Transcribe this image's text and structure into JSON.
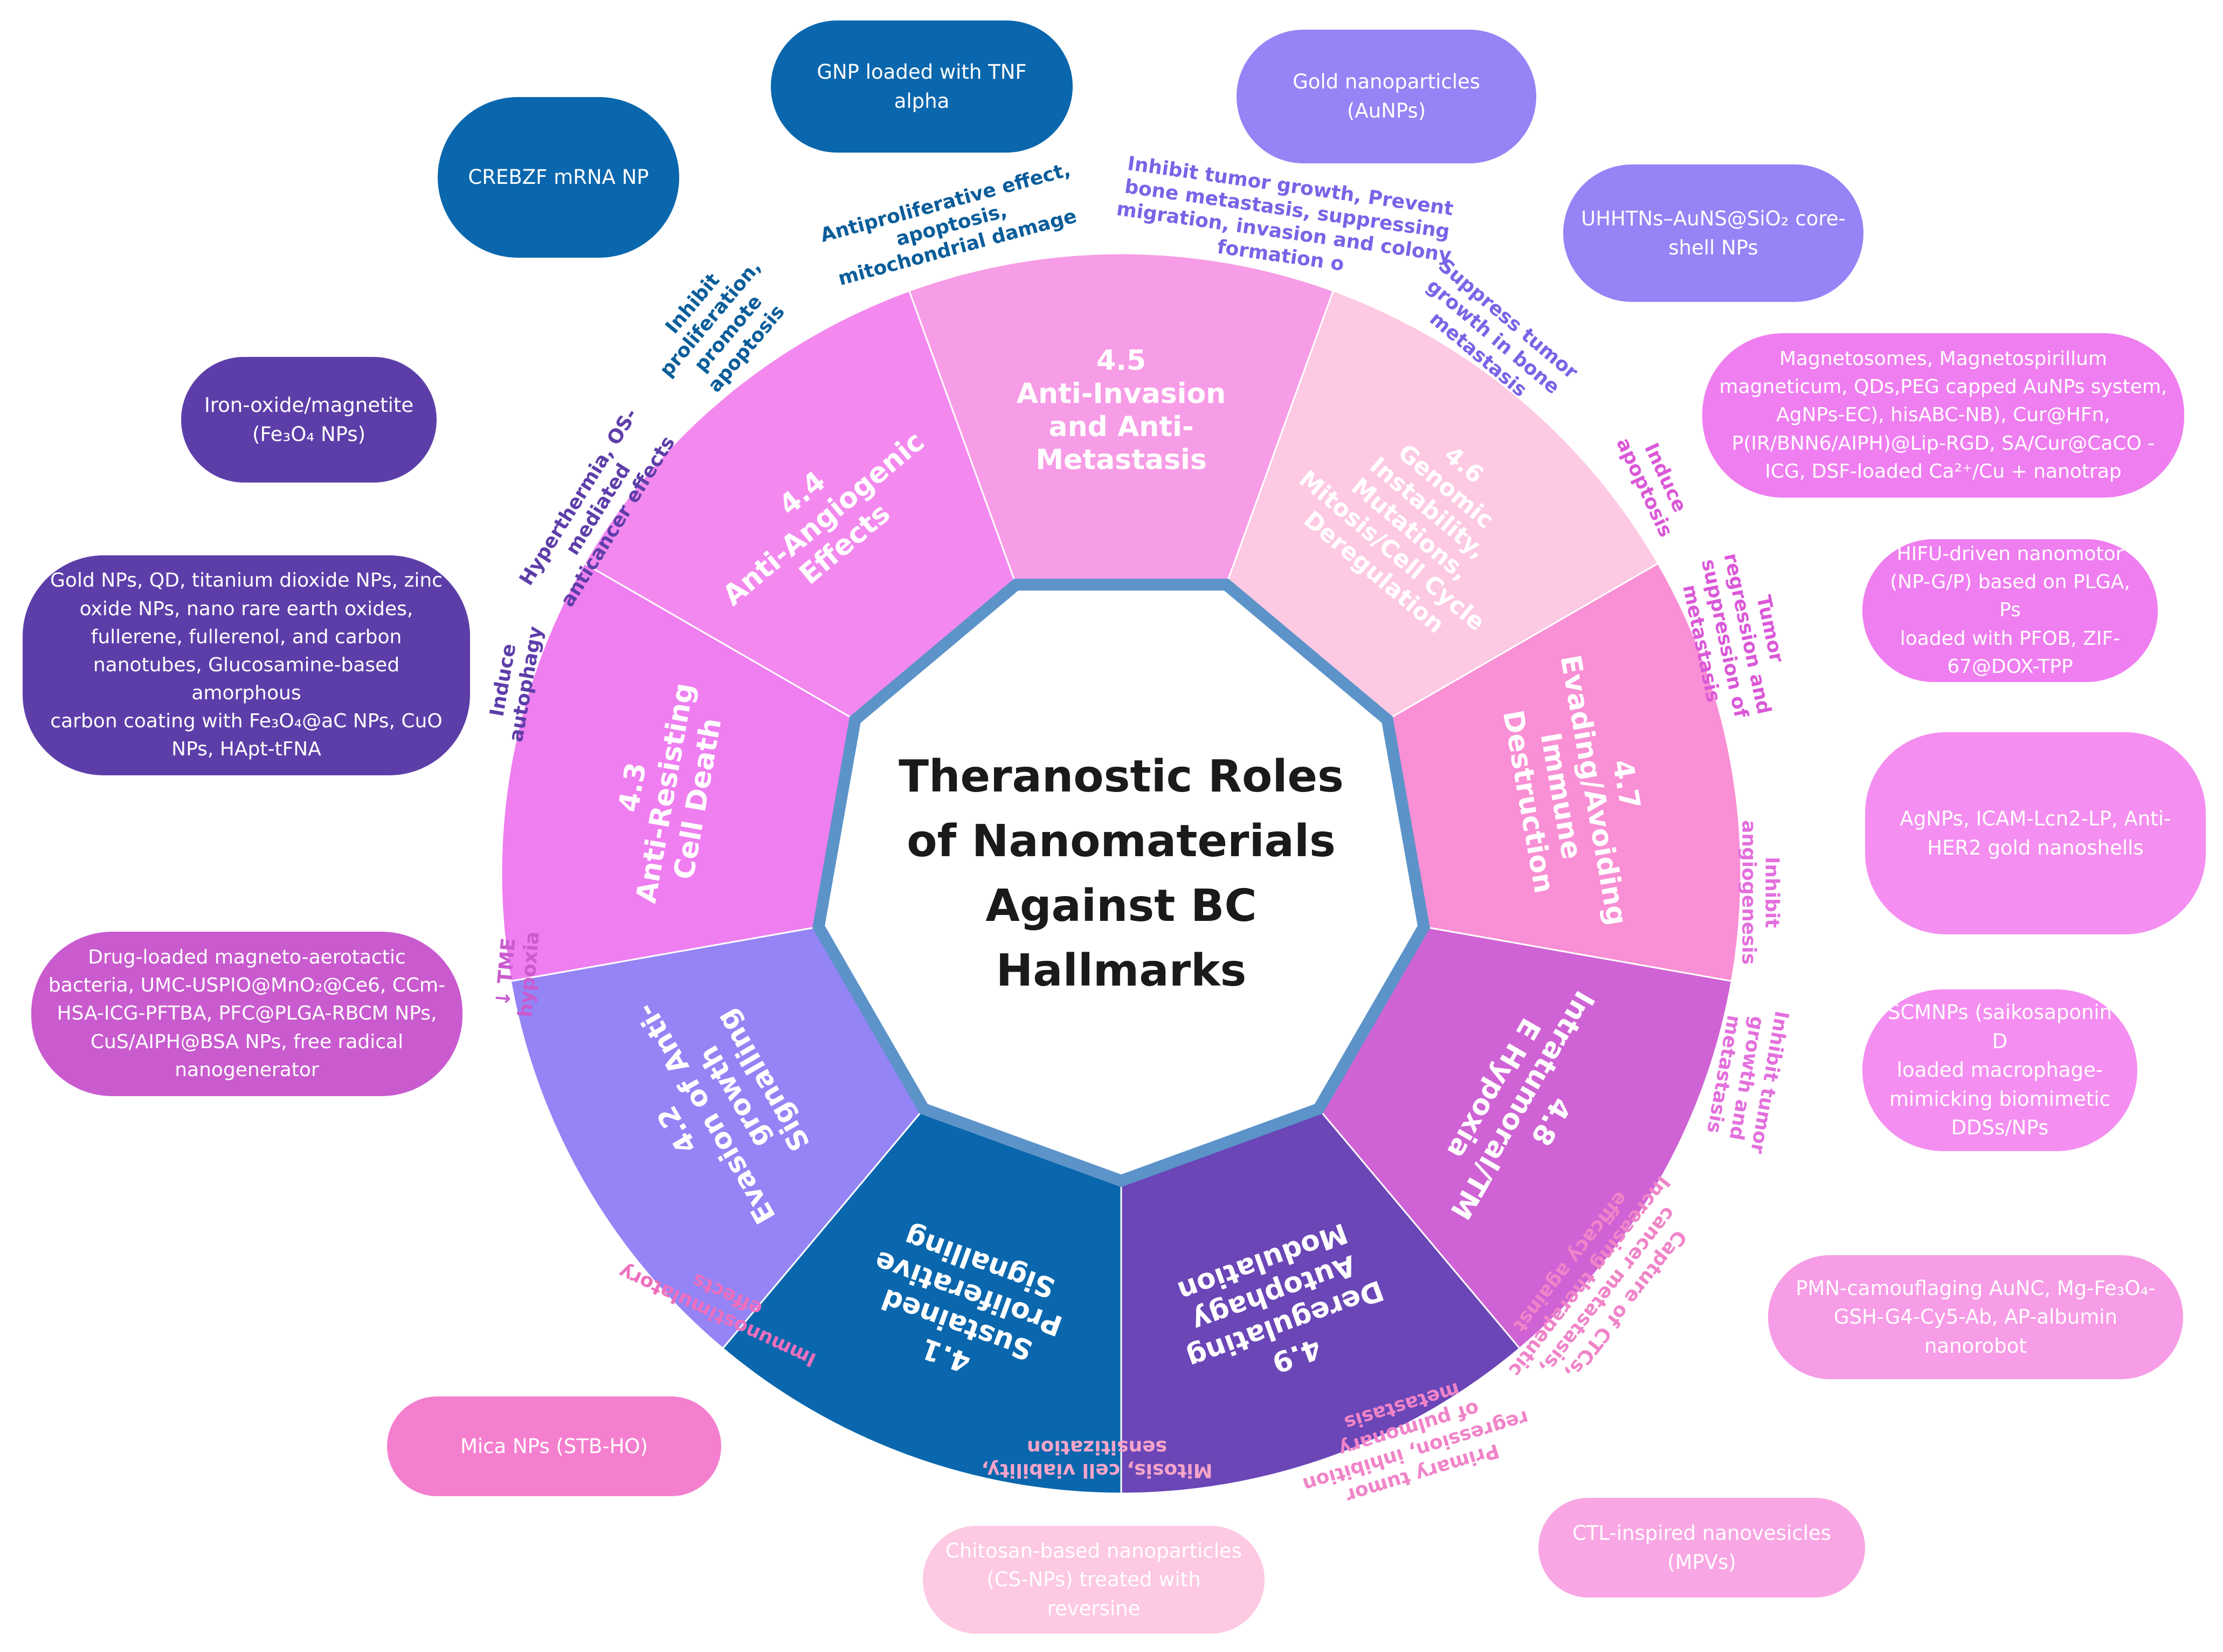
{
  "center": {
    "title_lines": [
      "Theranostic Roles",
      "of Nanomaterials",
      "Against BC",
      "Hallmarks"
    ],
    "color": "#1a1a1a"
  },
  "colors": {
    "ring_border": "#5c93c9",
    "center_fill": "#ffffff",
    "background": "#ffffff"
  },
  "segments": [
    {
      "number": "4.1",
      "title_lines": [
        "Sustained",
        "Proliferative",
        "Signalling"
      ],
      "color": "#0a67ad"
    },
    {
      "number": "4.2",
      "title_lines": [
        "Evasion of Anti-",
        "growth",
        "Signalling"
      ],
      "color": "#9484f5"
    },
    {
      "number": "4.3",
      "title_lines": [
        "Anti-Resisting",
        "Cell Death"
      ],
      "color": "#ef7ef0"
    },
    {
      "number": "4.4",
      "title_lines": [
        "Anti-Angiogenic",
        "Effects"
      ],
      "color": "#f389ef"
    },
    {
      "number": "4.5",
      "title_lines": [
        "Anti-Invasion",
        "and Anti-",
        "Metastasis"
      ],
      "color": "#f79ce6"
    },
    {
      "number": "4.6",
      "title_lines": [
        "Genomic",
        "Instability,",
        "Mutations,",
        "Mitosis/Cell Cycle",
        "Deregulation"
      ],
      "color": "#fdc9e3"
    },
    {
      "number": "4.7",
      "title_lines": [
        "Evading/Avoiding",
        "Immune",
        "Destruction"
      ],
      "color": "#f98fd4"
    },
    {
      "number": "4.8",
      "title_lines": [
        "Intratumoral/TM",
        "E Hypoxia"
      ],
      "color": "#cf63d5"
    },
    {
      "number": "4.9",
      "title_lines": [
        "Deregulating",
        "Autophagy",
        "Modulation"
      ],
      "color": "#6a46b7"
    }
  ],
  "effects": [
    {
      "text": "Antiproliferative effect,\napoptosis,\nmitochondrial damage",
      "color": "#0a5d99"
    },
    {
      "text": "Inhibit\nproliferation,\npromote\napoptosis",
      "color": "#0a5d99"
    },
    {
      "text": "Inhibit tumor growth, Prevent\nbone  metastasis, suppressing\nmigration, invasion and colony\nformation o",
      "color": "#7a63e6"
    },
    {
      "text": "Suppress tumor\ngrowth in bone\nmetastasis",
      "color": "#7a63e6"
    },
    {
      "text": "Induce\napoptosis",
      "color": "#da58d8"
    },
    {
      "text": "Tumor\nregression and\nsuppression of\nmetastasis",
      "color": "#da58d8"
    },
    {
      "text": "Inhibit\nangiogenesis",
      "color": "#e36fdc"
    },
    {
      "text": "Inhibit tumor\ngrowth and\nmetastasis",
      "color": "#e36fdc"
    },
    {
      "text": "Capture of CTCs,\ncancer metastasis,\nIncreasing therapeutic\nefficacy against",
      "color": "#f084c8"
    },
    {
      "text": "Primary tumor\nregression, inhibition\nof pulmonary\nmetastasis",
      "color": "#f084c8"
    },
    {
      "text": "Mitosis, cell viability,\nsensitization",
      "color": "#f6a4c9"
    },
    {
      "text": "Immunostimulatory\neffects",
      "color": "#ee6fbd"
    },
    {
      "text": "↓ TME\nhypoxia",
      "color": "#c95bcf"
    },
    {
      "text": "Induce\nautophagy",
      "color": "#5d3ea9"
    },
    {
      "text": "Hyperthermia, OS-\nmediated\nanticancer effects",
      "color": "#5d3ea9"
    }
  ],
  "nanomaterials": [
    {
      "text": "GNP loaded with TNF alpha",
      "color": "#0a67ad"
    },
    {
      "text": "CREBZF mRNA NP",
      "color": "#0a67ad"
    },
    {
      "text": "Gold nanoparticles (AuNPs)",
      "color": "#9484f5"
    },
    {
      "text": "UHHTNs–AuNS@SiO₂ core-\nshell NPs",
      "color": "#9484f5"
    },
    {
      "text": "Magnetosomes, Magnetospirillum\nmagneticum, QDs,PEG capped AuNPs system,\nAgNPs-EC), hisABC-NB), Cur@HFn,\nP(IR/BNN6/AIPH)@Lip-RGD,  SA/Cur@CaCO  -\nICG, DSF-loaded Ca²⁺/Cu + nanotrap",
      "color": "#ef7ef0"
    },
    {
      "text": "HIFU-driven nanomotor\n(NP-G/P) based on PLGA, Ps\nloaded with PFOB,  ZIF-\n67@DOX-TPP",
      "color": "#ef7ef0"
    },
    {
      "text": "AgNPs, ICAM-Lcn2-LP, Anti-\nHER2 gold nanoshells",
      "color": "#f48ef0"
    },
    {
      "text": "SCMNPs (saikosaponin D\nloaded macrophage-\nmimicking biomimetic\nDDSs/NPs",
      "color": "#f48ef0"
    },
    {
      "text": "PMN-camouflaging AuNC, Mg-Fe₃O₄-\nGSH-G4-Cy5-Ab, AP-albumin nanorobot",
      "color": "#f79ce6"
    },
    {
      "text": "CTL-inspired nanovesicles\n(MPVs)",
      "color": "#f9a6e4"
    },
    {
      "text": "Chitosan-based nanoparticles\n(CS-NPs) treated with reversine",
      "color": "#fdc9e3"
    },
    {
      "text": "Mica NPs (STB-HO)",
      "color": "#f57fcf"
    },
    {
      "text": "Drug-loaded magneto-aerotactic\nbacteria, UMC-USPIO@MnO₂@Ce6, CCm-\nHSA-ICG-PFTBA, PFC@PLGA-RBCM NPs,\nCuS/AIPH@BSA NPs, free radical\nnanogenerator",
      "color": "#c95bcf"
    },
    {
      "text": "Gold NPs, QD, titanium dioxide NPs, zinc\noxide NPs, nano rare earth oxides,\nfullerene, fullerenol, and carbon\nnanotubes, Glucosamine-based amorphous\ncarbon coating with Fe₃O₄@aC NPs, CuO\nNPs, HApt-tFNA",
      "color": "#5d3ea9"
    },
    {
      "text": "Iron-oxide/magnetite\n(Fe₃O₄ NPs)",
      "color": "#5d3ea9"
    }
  ]
}
